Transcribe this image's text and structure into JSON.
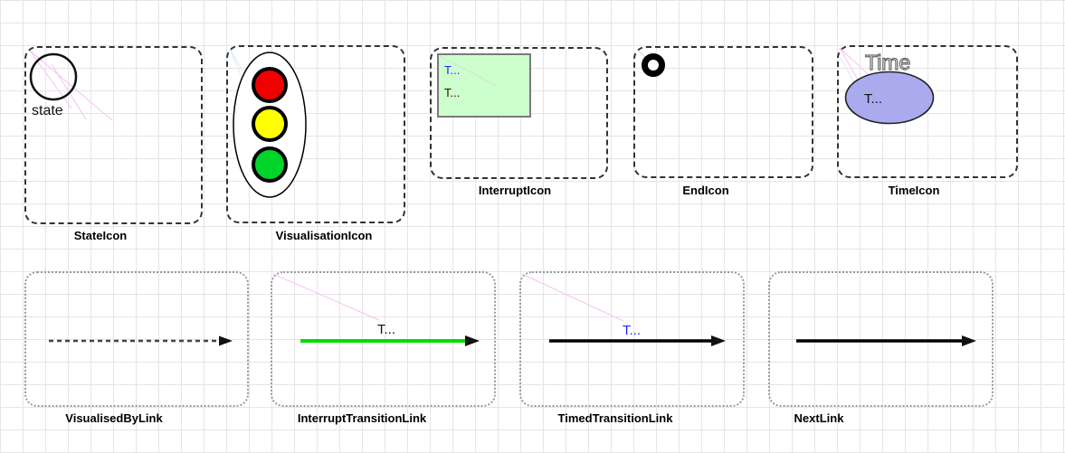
{
  "palette": {
    "icons": [
      {
        "label": "StateIcon",
        "text": "state"
      },
      {
        "label": "VisualisationIcon",
        "light_red": "#f00000",
        "light_yellow": "#ffff00",
        "light_green": "#00d42a"
      },
      {
        "label": "InterruptIcon",
        "text_line1": "T...",
        "text_line2": "T...",
        "box_fill": "#ccffcc",
        "text1_color": "#2222ff"
      },
      {
        "label": "EndIcon"
      },
      {
        "label": "TimeIcon",
        "title": "Time",
        "text": "T...",
        "ellipse_fill": "#aaaaee"
      }
    ],
    "links": [
      {
        "label": "VisualisedByLink",
        "line_style": "dashed",
        "line_color": "#444444"
      },
      {
        "label": "InterruptTransitionLink",
        "text": "T...",
        "line_color": "#00dd00",
        "text_color": "#111111"
      },
      {
        "label": "TimedTransitionLink",
        "text": "T...",
        "line_color": "#000000",
        "text_color": "#2222ff"
      },
      {
        "label": "NextLink",
        "line_color": "#000000"
      }
    ]
  }
}
